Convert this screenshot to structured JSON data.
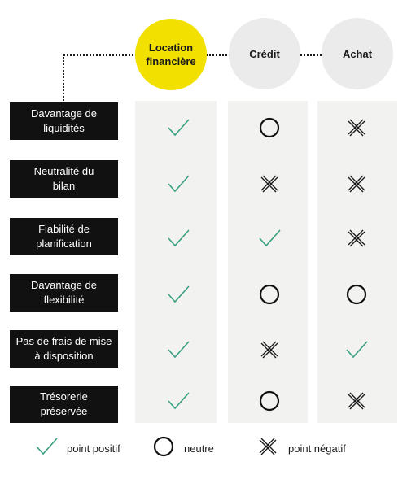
{
  "columns": [
    {
      "label": "Location financière",
      "color": "#f2e100",
      "highlight": true
    },
    {
      "label": "Crédit",
      "color": "#ebebeb",
      "highlight": false
    },
    {
      "label": "Achat",
      "color": "#ebebeb",
      "highlight": false
    }
  ],
  "rows": [
    {
      "label": "Davantage de liquidités",
      "values": [
        "positive",
        "neutral",
        "negative"
      ]
    },
    {
      "label": "Neutralité du bilan",
      "values": [
        "positive",
        "negative",
        "negative"
      ]
    },
    {
      "label": "Fiabilité de planification",
      "values": [
        "positive",
        "positive",
        "negative"
      ]
    },
    {
      "label": "Davantage de flexibilité",
      "values": [
        "positive",
        "neutral",
        "neutral"
      ]
    },
    {
      "label": "Pas de frais de mise à disposition",
      "values": [
        "positive",
        "negative",
        "positive"
      ]
    },
    {
      "label": "Trésorerie préservée",
      "values": [
        "positive",
        "neutral",
        "negative"
      ]
    }
  ],
  "legend": {
    "positive": "point positif",
    "neutral": "neutre",
    "negative": "point négatif"
  },
  "colors": {
    "positive": "#3aa082",
    "neutral": "#111111",
    "negative": "#1a1a1a",
    "accent": "#f2e100",
    "row_label_bg": "#111111",
    "column_bg": "#f2f2f0"
  },
  "icons": {
    "positive": "check-icon",
    "neutral": "circle-icon",
    "negative": "cross-icon"
  }
}
